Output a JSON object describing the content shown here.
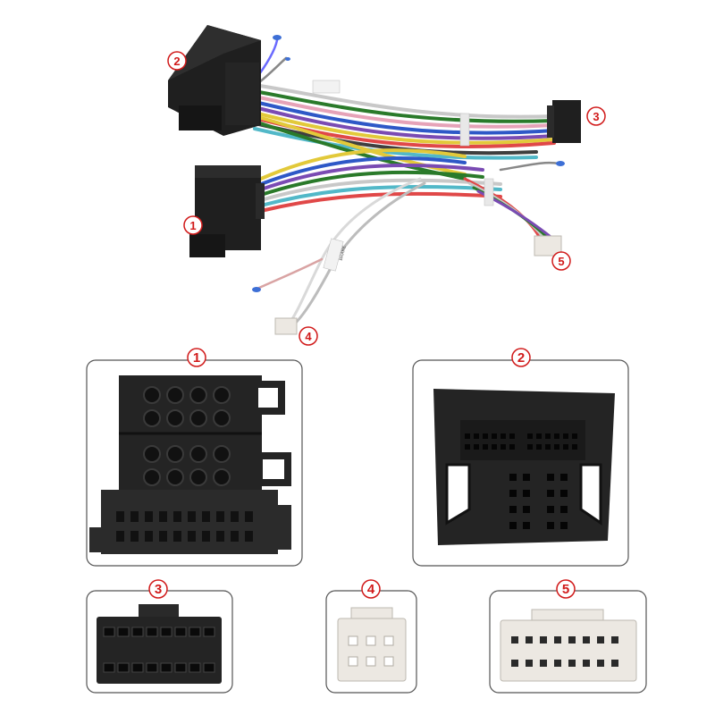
{
  "callouts": {
    "c1": "1",
    "c2": "2",
    "c3": "3",
    "c4": "4",
    "c5": "5"
  },
  "panels": {
    "p1": "1",
    "p2": "2",
    "p3": "3",
    "p4": "4",
    "p5": "5"
  },
  "colors": {
    "accent": "#d11a1a",
    "connector_black": "#1f1f1f",
    "connector_white": "#ece8e2",
    "panel_border": "#555555"
  },
  "wire_tags": {
    "tag_a": "",
    "tag_b": "BRAKE"
  }
}
